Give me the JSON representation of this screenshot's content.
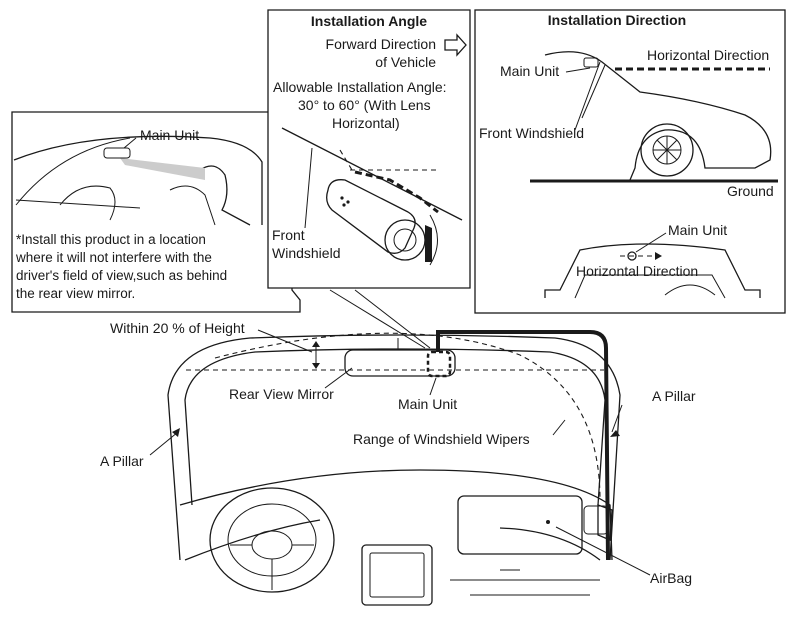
{
  "angle_panel": {
    "title": "Installation Angle",
    "forward_line1": "Forward Direction",
    "forward_line2": "of Vehicle",
    "allow_line1": "Allowable Installation Angle:",
    "allow_line2": "30° to 60° (With Lens",
    "allow_line3": "Horizontal)",
    "windshield_line1": "Front",
    "windshield_line2": "Windshield"
  },
  "direction_panel": {
    "title": "Installation Direction",
    "horizontal_direction": "Horizontal Direction",
    "main_unit": "Main Unit",
    "front_windshield": "Front Windshield",
    "ground": "Ground",
    "main_unit_2": "Main Unit",
    "horizontal_direction_2": "Horizontal Direction"
  },
  "cabin_panel": {
    "main_unit": "Main Unit",
    "note_line1": "*Install this product in a location",
    "note_line2": "where it will not interfere with the",
    "note_line3": "driver's field of view,such as behind",
    "note_line4": "the rear view mirror."
  },
  "dashboard": {
    "within_height": "Within 20 % of Height",
    "rear_view_mirror": "Rear View Mirror",
    "main_unit": "Main Unit",
    "a_pillar_right": "A Pillar",
    "wiper_range": "Range of Windshield Wipers",
    "a_pillar_left": "A Pillar",
    "airbag": "AirBag"
  }
}
